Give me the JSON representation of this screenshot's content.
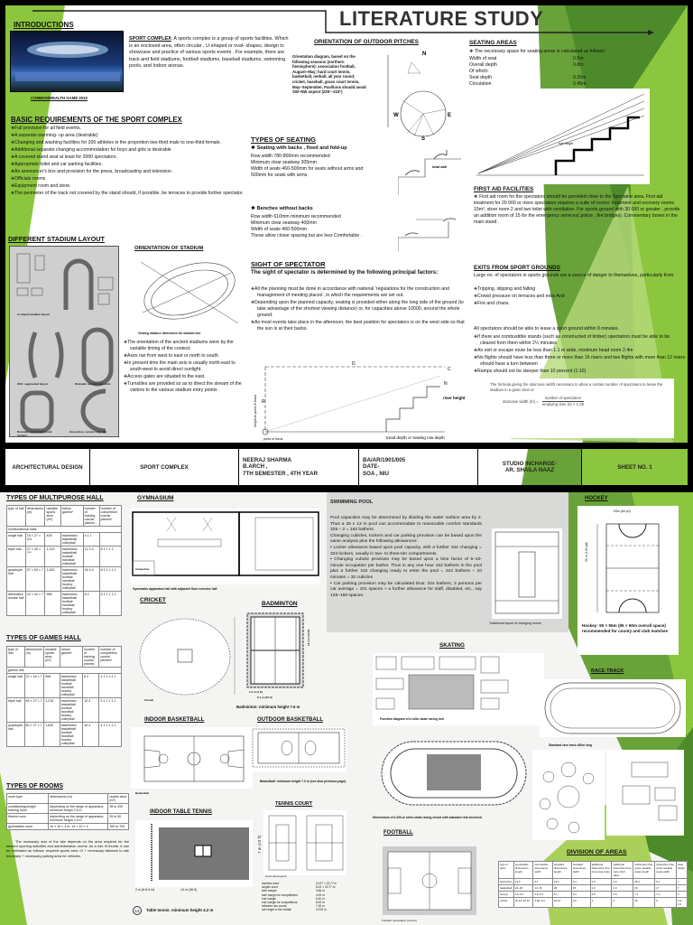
{
  "header": {
    "title": "LITERATURE STUDY"
  },
  "intro": {
    "heading": "INTRODUCTIONS",
    "photo_caption": "COMMONWEALTH GAME 2010",
    "term": "SPORT COMPLEX",
    "text": ": A sports complex is a group of sports facilities. Which is an enclosed area, often circular , U-shaped or oval- shapes, design to showcase and practice of various sports events . For example, there are track and field stadiums, football stadiums, baseball stadiums, swimming pools, and Indoor arenas."
  },
  "basic_requirements": {
    "heading": "BASIC REQUIREMENTS OF THE SPORT COMPLEX",
    "items": [
      "Full provision for all field events.",
      "A separate warming- up area (desirable)",
      "Changing and washing facilities for 200 athletes in the proportion two-third male to one-third female.",
      "Additional separate changing accommodation for boys and girls is desirable",
      "A covered stand seat at least for 2000 spectators.",
      "Appropriate toilet and car parking facilities.",
      "An announcer's box and provision for the press, broadcasting and television .",
      "Officials rooms",
      "Equipment room and store.",
      "The perimeter of the track not covered by the stand should, if possible, be terraces to provide further spectator."
    ]
  },
  "outdoor_pitches": {
    "heading": "ORIENTATION OF OUTDOOR PITCHES",
    "text": "Orientation diagram, based on the following seasons (northern hemisphere): association football, August–May; hard court tennis, basketball, netball, all year round; cricket, baseball, grass court tennis, May–September. Pavilions should avoid SW–NW aspect (225°–315°)",
    "compass": [
      "N",
      "E",
      "S",
      "W"
    ]
  },
  "seating_areas": {
    "heading": "SEATING AREAS",
    "intro": "The necessary space for seating areas is calculated as follows:",
    "rows": [
      [
        "Width of seat",
        "0.5m"
      ],
      [
        "Overall depth",
        "0.8m"
      ],
      [
        "Of which:",
        ""
      ],
      [
        "Seat depth",
        "0.35m"
      ],
      [
        "Circulation",
        "0.45m"
      ]
    ],
    "diagram_label": "eye height"
  },
  "types_of_seating": {
    "heading": "TYPES OF SEATING",
    "sub1": "Seating with backs , fixed and fold-up",
    "lines1": [
      "Row width 780-800mm recommended",
      "Minimum clear seatway 305mm",
      "Width of seats 460-500mm for seats without arms and 500mm for seats with arms."
    ],
    "sub2": "Benches without backs",
    "lines2": [
      "Row width 610mm minimum recommended",
      "Minimum clear seatway 400mm",
      "Width of seats 460-500mm",
      "These allow closer spacing but are less Comfortable ."
    ],
    "diagram_label": "head wall"
  },
  "first_aid": {
    "heading": "FIRST AID FACILITIES",
    "text": "First aid room for the spectators should be provided close to the Spectator area. First aid treatment for 20 000 or more spectators requires a suite of rooms: treatment and recovery rooms 15m², store room 2 and two toilet with ventilation. For sports ground with 30 000 or greater , provide an addition room of 15 for the emergency services( police , fire bridges). Commentary boxes in the main stand ."
  },
  "sight": {
    "heading": "SIGHT OF SPECTATOR",
    "lead": "The sight of spectator is determined by the following principal factors:",
    "items": [
      "All the planning must be done in accordance with national 'regulations for the construction and management of meeting places', in which the requirements are set out.",
      "Depending upon the planned capacity, seating is provided either along the long side of the ground (to take advantage of the shortest viewing distance) or, for capacities above 10000, around the whole ground.",
      "As most events take place in the afternoon, the best position for spectators is on the west side so that the sun is at their backs."
    ],
    "diagram": {
      "d": "D",
      "c": "C",
      "r": "R",
      "n": "N",
      "y_label": "height to point of focus",
      "focus": "point of focus",
      "right_label": "riser height",
      "bottom_label": "tread depth or seating row depth"
    }
  },
  "exits": {
    "heading": "EXITS FROM SPORT GROUNDS",
    "intro": "Large no. of spectators in sports grounds are a source of danger to themselves, particularly from:",
    "items": [
      "Tripping, slipping and falling",
      "Crowd pressure on terraces and exits And",
      "Fire and chaos."
    ],
    "para": "All spectators should be able to leave a sport ground within 8 minutes.",
    "items2": [
      "If there are combustible stands (such as constructed of timber) spectators must be able to be cleared from them within 2½ minutes.",
      "An exit or escape route be less than 1.1 m wide, minimum head room 2.4m",
      "No flights should have less than three or more than 16 risers and two flights with more than 12 risers should have a turn between",
      "Ramps should not be steeper than 10 percent (1:10)"
    ],
    "formula_intro": "The formula giving the staircase width necessary to allow a certain number of spectators to leave the stadium in a given time is:",
    "formula_lhs": "staircase width (m) =",
    "formula_num": "number of spectators",
    "formula_den": "emptying time (s) × 1.25"
  },
  "stadium_layout": {
    "heading": "DIFFERENT STADIUM LAYOUT",
    "captions": [
      "U-shaped stadium layout",
      "USA: segmented layout",
      "Rotunda: semicircular ends",
      "Rotunda: curved sides and corners",
      "Horseshoe: curved long side"
    ]
  },
  "orientation_stadium": {
    "heading": "ORIENTATION OF STADIUM",
    "caption": "Viewing distance determines the stadium size",
    "items": [
      "The orientation of the ancient stadiums were by the variable timing of the contest.",
      "Axes ran from west to east or north to south.",
      "In present time the main axis is usually north-east to south-west to avoid direct sunlight.",
      "Access gates are situated to the east.",
      "Turnstiles are provided so as to direct the stream of the visitors to the various stadium entry points ."
    ]
  },
  "title_block": {
    "subject": "ARCHITECTURAL DESIGN",
    "project": "SPORT COMPLEX",
    "student": "NEERAJ SHARMA",
    "course": "B.ARCH ,",
    "semester": "7TH SEMESTER , 4TH YEAR",
    "roll": "BA/AR/1901/005",
    "date": "DATE-",
    "school": "SOA , NIU",
    "studio_label": "STUDIO INCHARGE-",
    "studio_name": "AR. SHAILA NAAZ",
    "sheet": "SHEET NO. 1"
  },
  "multipurpose_hall": {
    "heading": "TYPES OF MULTIPUROSE HALL",
    "headers": [
      "type of hall",
      "dimensions (m)",
      "useable sports area (m²)",
      "indoor games*",
      "number of training courts/ pitches",
      "number of competition courts/ pitches*"
    ],
    "group": "multifunctional halls",
    "rows": [
      [
        "single hall",
        "15 × 27 × 5.5",
        "405",
        "badminton basketball volleyball",
        "4 1 1",
        ""
      ],
      [
        "triple hall",
        "27 × 45 × 7**",
        "1,215",
        "badminton basketball football handball volleyball",
        "12 3 3",
        "8 1 1 1 1"
      ],
      [
        "quadruple hall",
        "27 × 60 × 7",
        "1,620",
        "badminton basketball football handball hockey volleyball",
        "16 4 4",
        "8 1 1 1 1 1"
      ],
      [
        "alternative double hall",
        "22 × 44 × 7",
        "968",
        "badminton basketball football handball hockey volleyball",
        "8 2",
        "5 1 1 1 1 1"
      ]
    ]
  },
  "games_hall": {
    "heading": "TYPES OF GAMES HALL",
    "headers": [
      "type of hall",
      "dimensions (m)",
      "useable sports area (m²)",
      "indoor games*",
      "number of training courts/ pitches",
      "number of competition courts/ pitches*"
    ],
    "group": "games hall",
    "rows": [
      [
        "single hall",
        "22 × 44 × 7",
        "968",
        "badminton basketball football handball hockey volleyball",
        "8 2",
        "1 1 1 1 1 1"
      ],
      [
        "triple hall",
        "45 × 27 × 7",
        "1,215",
        "badminton basketball football handball hockey volleyball",
        "12 3",
        "3 1 1 1 1 1"
      ],
      [
        "quadruple hall",
        "60 × 27 × 7",
        "1,620",
        "badminton basketball football handball hockey volleyball",
        "16 4",
        "4 1 1 1 1 1"
      ]
    ]
  },
  "rooms": {
    "heading": "TYPES OF ROOMS",
    "headers": [
      "room type",
      "dimensions (m)",
      "usable area (m²)"
    ],
    "rows": [
      [
        "conditioning/weight training room",
        "depending on the range of apparatus; minimum height 2.5 m",
        "35 to 200"
      ],
      [
        "fitness room",
        "depending on the range of apparatus; minimum height 2.5 m",
        "25 to 50"
      ],
      [
        "gymnastics room",
        "10 × 10 × 4 m; 14 × 10 × 4",
        "100 to 700"
      ]
    ],
    "text": "The necessary size of the site depends on the area required for the desired sporting activities and administration rooms. As a rule of thumb, it can be estimated as follows: required sports area ×2 + necessary distance to site boundary + necessary parking area for vehicles."
  },
  "gymnasium": {
    "heading": "GYMNASIUM",
    "caption": "Gymnastic apparatus hall with adjacent floor exercise hall",
    "label": "trampoline"
  },
  "cricket": {
    "heading": "CRICKET",
    "caption": "Cricket"
  },
  "badminton": {
    "heading": "BADMINTON",
    "caption": "Badminton: minimum height 7.6 m",
    "dims": [
      "1.2 m (4 ft)",
      "6.1 m (20 ft)",
      "13.4 m (44 ft)"
    ]
  },
  "swimming": {
    "heading": "SWIMMING POOL",
    "paras": [
      "Pool capacities may be determined by dividing the water surface area by 2. Thus a 25 x 13 m pool can accommodate to reasonable comfort standards 325 ÷ 2 = 162 bathers.",
      "Changing cubicles, lockers and car parking provision can be based upon the same analysis plus the following allowances:",
      "• Locker allowance based upon pool capacity, with a further 162 changing = 324 lockers, usually in two- to three-tier compartments",
      "• Changing cubicle provision may be based upon a time factor of 5–10-minute occupation per bather. Thus in any one hour 162 bathers in the pool plus a further 162 changing ready to enter the pool = 324 bathers ÷ 10 minutes = 32 cubicles",
      "• Car parking provision may be calculated thus: 324 bathers, 3 persons per car average = 101 spaces + a further allowance for staff, disabled, etc., say 125–150 spaces."
    ],
    "caption": "Traditional layout of changing rooms"
  },
  "hockey": {
    "heading": "HOCKEY",
    "width": "53m (60 yd)",
    "length": "90 m (100 yd)",
    "note": "Hockey: 90 × 55m (95 × 60m overall space) recommended for county and club matches"
  },
  "skating": {
    "heading": "SKATING",
    "caption1": "Function diagram of a roller-skate racing rink",
    "caption2": "Dimensions of a 200-m roller-skate racing circuit with standard rink enclosed"
  },
  "race_track": {
    "heading": "RACE TRACK",
    "caption": "Standard race track 400m long"
  },
  "indoor_basketball": {
    "heading": "INDOOR BASKETBALL",
    "caption": "Basketball"
  },
  "outdoor_basketball": {
    "heading": "OUTDOOR BASKETBALL",
    "caption": "Basketball: minimum height 7.0 m (see also previous page)"
  },
  "table_tennis": {
    "heading": "INDOOR TABLE TENNIS",
    "caption": "Table tennis: minimum height 4.2 m",
    "dims": [
      "2 m (6 ft 6 in)",
      "14 m (46 ft)",
      "7 m (23 ft)"
    ],
    "num": "12"
  },
  "tennis": {
    "heading": "TENNIS COURT",
    "caption": "Court dimensions",
    "list": [
      "doubles court",
      "singles court",
      "side margin",
      "side margin for competitions",
      "end margin",
      "end margin for competitions",
      "between two courts",
      "net height in the middle"
    ],
    "values": [
      "10.97 × 23.77 m",
      "8.23 × 23.77 m",
      "3.66 m",
      "4.00 m",
      "6.40 m",
      "8.00 m",
      "7.30 m",
      "0.915 m"
    ]
  },
  "football": {
    "heading": "FOOTBALL",
    "caption": "Football, association (soccer)"
  },
  "division": {
    "heading": "DIVISION OF AREAS",
    "headers": [
      "type of sport",
      "permissible dimensions length",
      "permissible dimensions width",
      "standard dimensions length",
      "standard dimensions width",
      "additional obstruction free zone long sides",
      "additional obstruction free zone short sides",
      "obstruction free gross useable areas length",
      "obstruction free gross useable areas width",
      "clear height"
    ],
    "rows": [
      [
        "badminton",
        "13.4",
        "6.1",
        "13.4",
        "6.1",
        "1.5",
        "2.0",
        "15.4",
        "9.1",
        "7"
      ],
      [
        "basketball",
        "24–28",
        "13–15",
        "28",
        "15",
        "1.0",
        "2.0",
        "30",
        "17",
        "7"
      ],
      [
        "boxing",
        "4.9–6.1",
        "4.9–6.1",
        "6.1",
        "6.1",
        "0.5",
        "0.5",
        "7.1",
        "7.1",
        "4"
      ],
      [
        "cricket",
        "20.12–22.12",
        "3.66–4.0",
        "22.12",
        "4.0",
        "1",
        "1",
        "26",
        "6",
        "4.0–4.5"
      ]
    ]
  },
  "colors": {
    "green_dark": "#4f8a2b",
    "green_mid": "#7db83a",
    "green_light": "#a9d15a",
    "frame": "#000000"
  }
}
